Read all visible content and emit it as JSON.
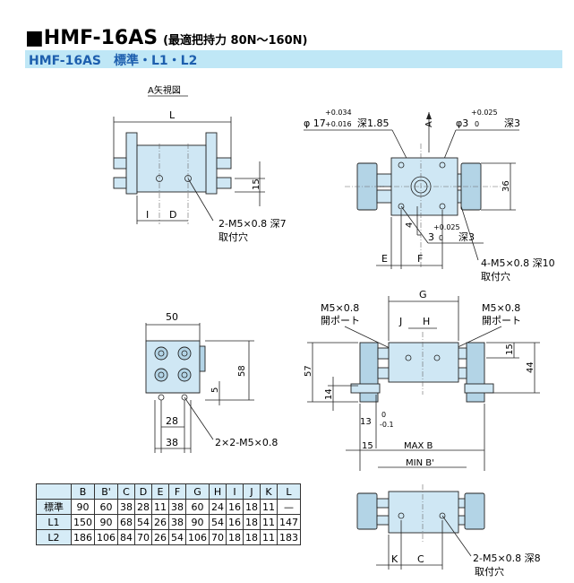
{
  "title": {
    "main": "■HMF-16AS",
    "sub": "(最適把持力 80N〜160N)"
  },
  "subtitle": "HMF-16AS　標準・L1・L2",
  "top_left": {
    "view_label": "A矢視図",
    "dims": {
      "L": "L",
      "I": "I",
      "D": "D",
      "h15": "15"
    },
    "hole_note": {
      "spec": "2-M5×0.8 深7",
      "label": "取付穴"
    }
  },
  "top_right": {
    "bore": {
      "phi": "φ 17",
      "tol_plus": "+0.034",
      "tol_minus": "+0.016",
      "depth": "深1.85"
    },
    "arrow_label": "A",
    "pin_top": {
      "phi": "φ3",
      "tol_plus": "+0.025",
      "tol_minus": "0",
      "depth": "深3"
    },
    "h36": "36",
    "v4": "4",
    "pin_bottom": {
      "size": "3",
      "tol_plus": "+0.025",
      "tol_minus": "0",
      "depth": "深3"
    },
    "E": "E",
    "F": "F",
    "hole_note": {
      "spec": "4-M5×0.8 深10",
      "label": "取付穴"
    }
  },
  "mid_left": {
    "w50": "50",
    "h58": "58",
    "v5": "5",
    "w28": "28",
    "w38": "38",
    "hole_note": "2×2-M5×0.8"
  },
  "mid_right": {
    "G": "G",
    "port_left": {
      "spec": "M5×0.8",
      "label": "開ポート"
    },
    "port_right": {
      "spec": "M5×0.8",
      "label": "開ポート"
    },
    "J": "J",
    "H": "H",
    "h57": "57",
    "h14": "14",
    "h15": "15",
    "h44": "44",
    "v13": "13",
    "tol_0": "0",
    "tol_minus": "-0.1",
    "w15": "15",
    "max_b": "MAX B",
    "min_b": "MIN B'"
  },
  "bottom_right": {
    "K": "K",
    "C": "C",
    "hole_note": {
      "spec": "2-M5×0.8 深8",
      "label": "取付穴"
    }
  },
  "table": {
    "headers": [
      "",
      "B",
      "B'",
      "C",
      "D",
      "E",
      "F",
      "G",
      "H",
      "I",
      "J",
      "K",
      "L"
    ],
    "rows": [
      [
        "標準",
        "90",
        "60",
        "38",
        "28",
        "11",
        "38",
        "60",
        "24",
        "16",
        "18",
        "11",
        "—"
      ],
      [
        "L1",
        "150",
        "90",
        "68",
        "54",
        "26",
        "38",
        "90",
        "54",
        "16",
        "18",
        "11",
        "147"
      ],
      [
        "L2",
        "186",
        "106",
        "84",
        "70",
        "26",
        "54",
        "106",
        "70",
        "18",
        "18",
        "11",
        "183"
      ]
    ]
  }
}
